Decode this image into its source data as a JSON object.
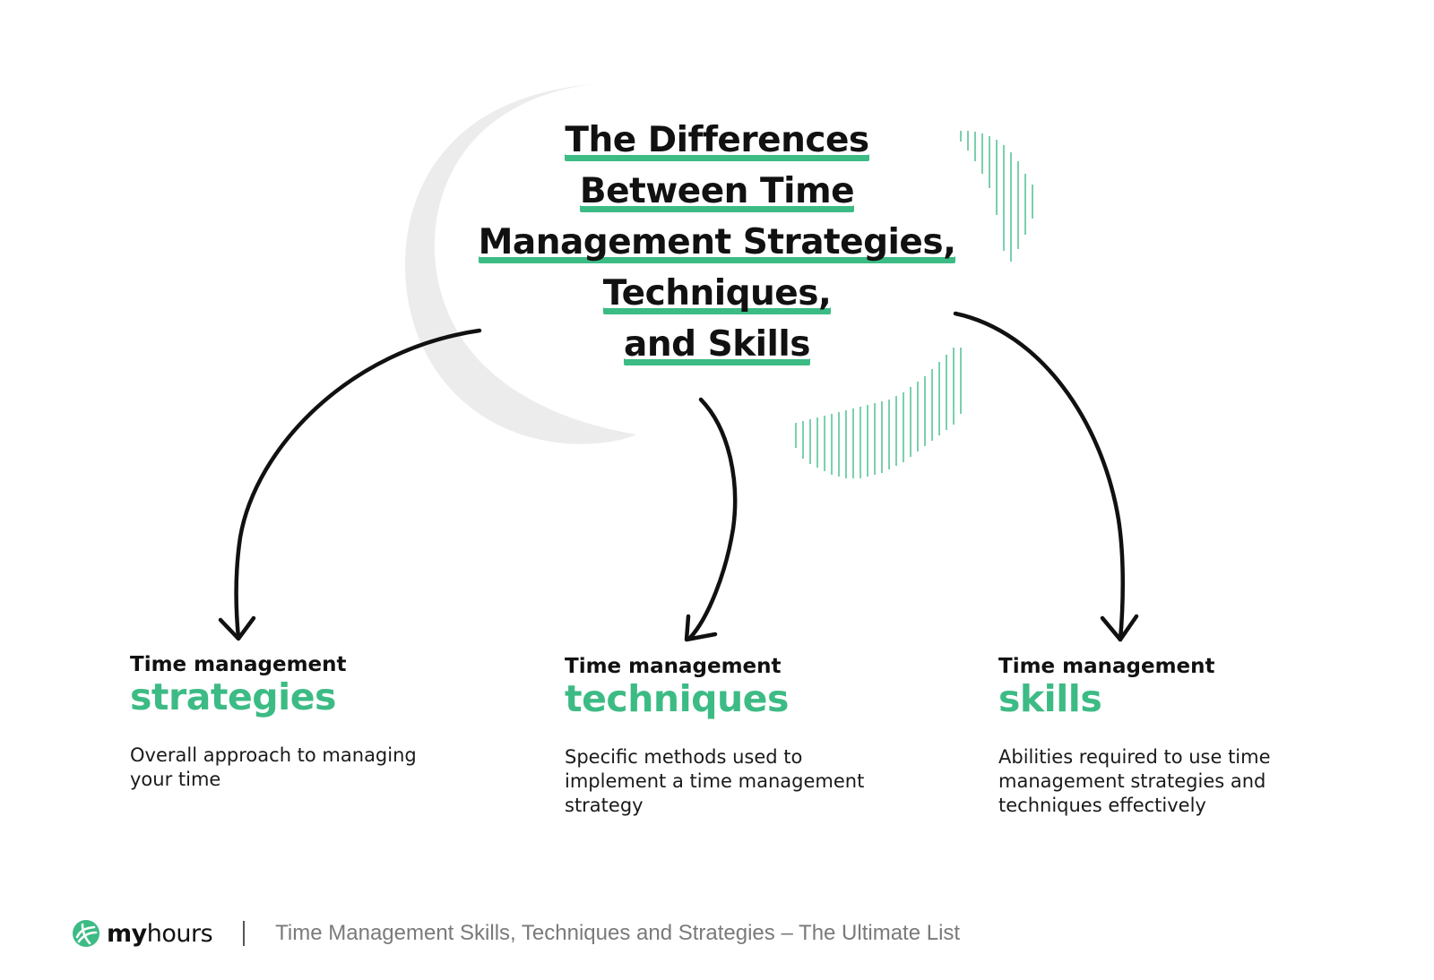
{
  "colors": {
    "accent": "#3dbb85",
    "ink": "#111111",
    "muted": "#7a7a7a",
    "decor_gray": "#ececec"
  },
  "title_lines": [
    "The Differences",
    "Between Time",
    "Management Strategies,",
    "Techniques,",
    "and Skills"
  ],
  "columns": [
    {
      "pre": "Time management",
      "highlight": "strategies",
      "description": "Overall approach to managing your time"
    },
    {
      "pre": "Time management",
      "highlight": "techniques",
      "description": "Specific methods used to implement a time management strategy"
    },
    {
      "pre": "Time management",
      "highlight": "skills",
      "description": "Abilities required to use time management strategies and techniques effectively"
    }
  ],
  "footer": {
    "logo_icon": "myhours-logo-icon",
    "brand_bold": "my",
    "brand_rest": "hours",
    "caption": "Time Management Skills, Techniques and Strategies – The Ultimate List"
  }
}
